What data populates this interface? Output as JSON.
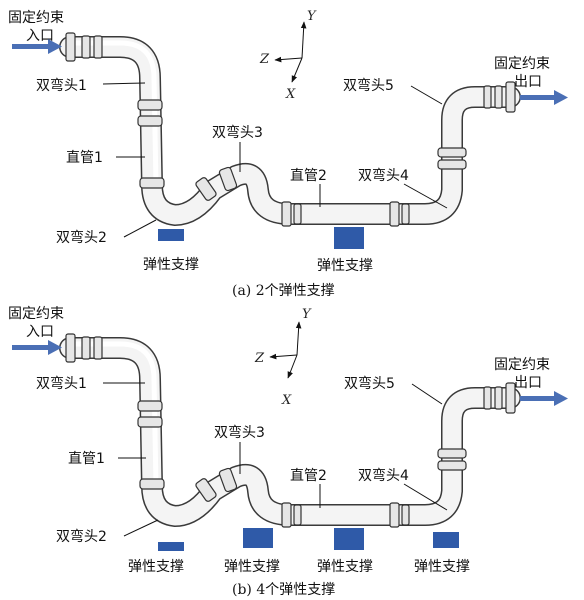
{
  "colors": {
    "support": "#2f5aa8",
    "arrow": "#4a6fb5",
    "pipe_outline": "#3a3a3a",
    "pipe_fill": "#f4f4f4"
  },
  "panel_a": {
    "caption": "(a) 2个弹性支撑",
    "fixed_inlet": [
      "固定约束",
      "入口"
    ],
    "fixed_outlet": [
      "固定约束",
      "出口"
    ],
    "axes": {
      "x": "X",
      "y": "Y",
      "z": "Z"
    },
    "double_elbow_1": "双弯头1",
    "straight_pipe_1": "直管1",
    "double_elbow_2": "双弯头2",
    "double_elbow_3": "双弯头3",
    "straight_pipe_2": "直管2",
    "double_elbow_4": "双弯头4",
    "double_elbow_5": "双弯头5",
    "supports": [
      "弹性支撑",
      "弹性支撑"
    ]
  },
  "panel_b": {
    "caption": "(b) 4个弹性支撑",
    "fixed_inlet": [
      "固定约束",
      "入口"
    ],
    "fixed_outlet": [
      "固定约束",
      "出口"
    ],
    "axes": {
      "x": "X",
      "y": "Y",
      "z": "Z"
    },
    "double_elbow_1": "双弯头1",
    "straight_pipe_1": "直管1",
    "double_elbow_2": "双弯头2",
    "double_elbow_3": "双弯头3",
    "straight_pipe_2": "直管2",
    "double_elbow_4": "双弯头4",
    "double_elbow_5": "双弯头5",
    "supports": [
      "弹性支撑",
      "弹性支撑",
      "弹性支撑",
      "弹性支撑"
    ]
  }
}
